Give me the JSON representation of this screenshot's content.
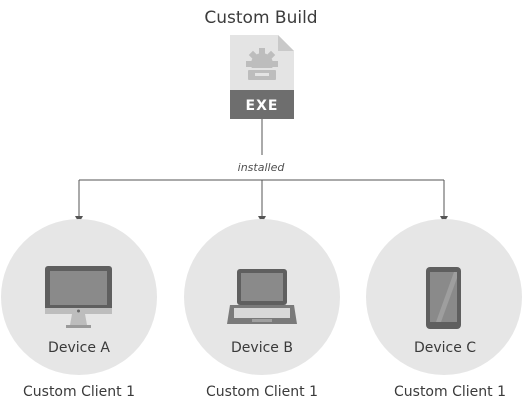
{
  "build": {
    "title": "Custom Build",
    "file_icon": "exe-file-icon",
    "file_badge": "EXE"
  },
  "edge_label": "installed",
  "devices": [
    {
      "label": "Device A",
      "client": "Custom Client 1",
      "icon": "desktop-monitor-icon"
    },
    {
      "label": "Device B",
      "client": "Custom Client 1",
      "icon": "laptop-icon"
    },
    {
      "label": "Device C",
      "client": "Custom Client 1",
      "icon": "smartphone-icon"
    }
  ],
  "colors": {
    "circle_fill": "#e6e6e6",
    "line": "#555555",
    "icon_dark": "#5f5f5f",
    "icon_screen": "#8a8a8a",
    "file_body": "#e4e4e4",
    "file_band": "#6e6e6e"
  }
}
